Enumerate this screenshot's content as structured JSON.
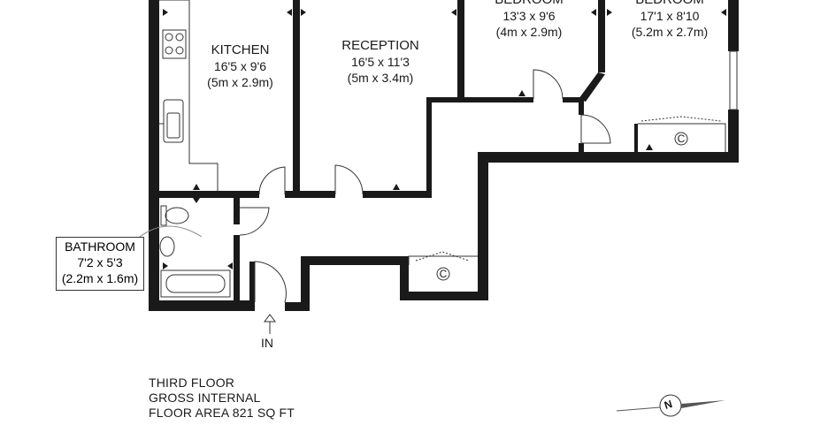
{
  "rooms": {
    "kitchen": {
      "name": "KITCHEN",
      "imperial": "16'5 x 9'6",
      "metric": "(5m x 2.9m)"
    },
    "reception": {
      "name": "RECEPTION",
      "imperial": "16'5 x 11'3",
      "metric": "(5m x 3.4m)"
    },
    "bedroom2": {
      "name": "BEDROOM",
      "imperial": "13'3 x 9'6",
      "metric": "(4m x 2.9m)"
    },
    "bedroom1": {
      "name": "BEDROOM",
      "imperial": "17'1 x 8'10",
      "metric": "(5.2m x 2.7m)"
    },
    "bathroom": {
      "name": "BATHROOM",
      "imperial": "7'2 x 5'3",
      "metric": "(2.2m x 1.6m)"
    }
  },
  "entrance_label": "IN",
  "cupboard_symbol": "C",
  "floor_note": {
    "line1": "THIRD FLOOR",
    "line2": "GROSS INTERNAL",
    "line3": "FLOOR AREA 821 SQ FT"
  },
  "compass": {
    "letter": "N",
    "icon": "compass-icon"
  },
  "colors": {
    "wall": "#1a1a1a",
    "background": "#ffffff"
  }
}
